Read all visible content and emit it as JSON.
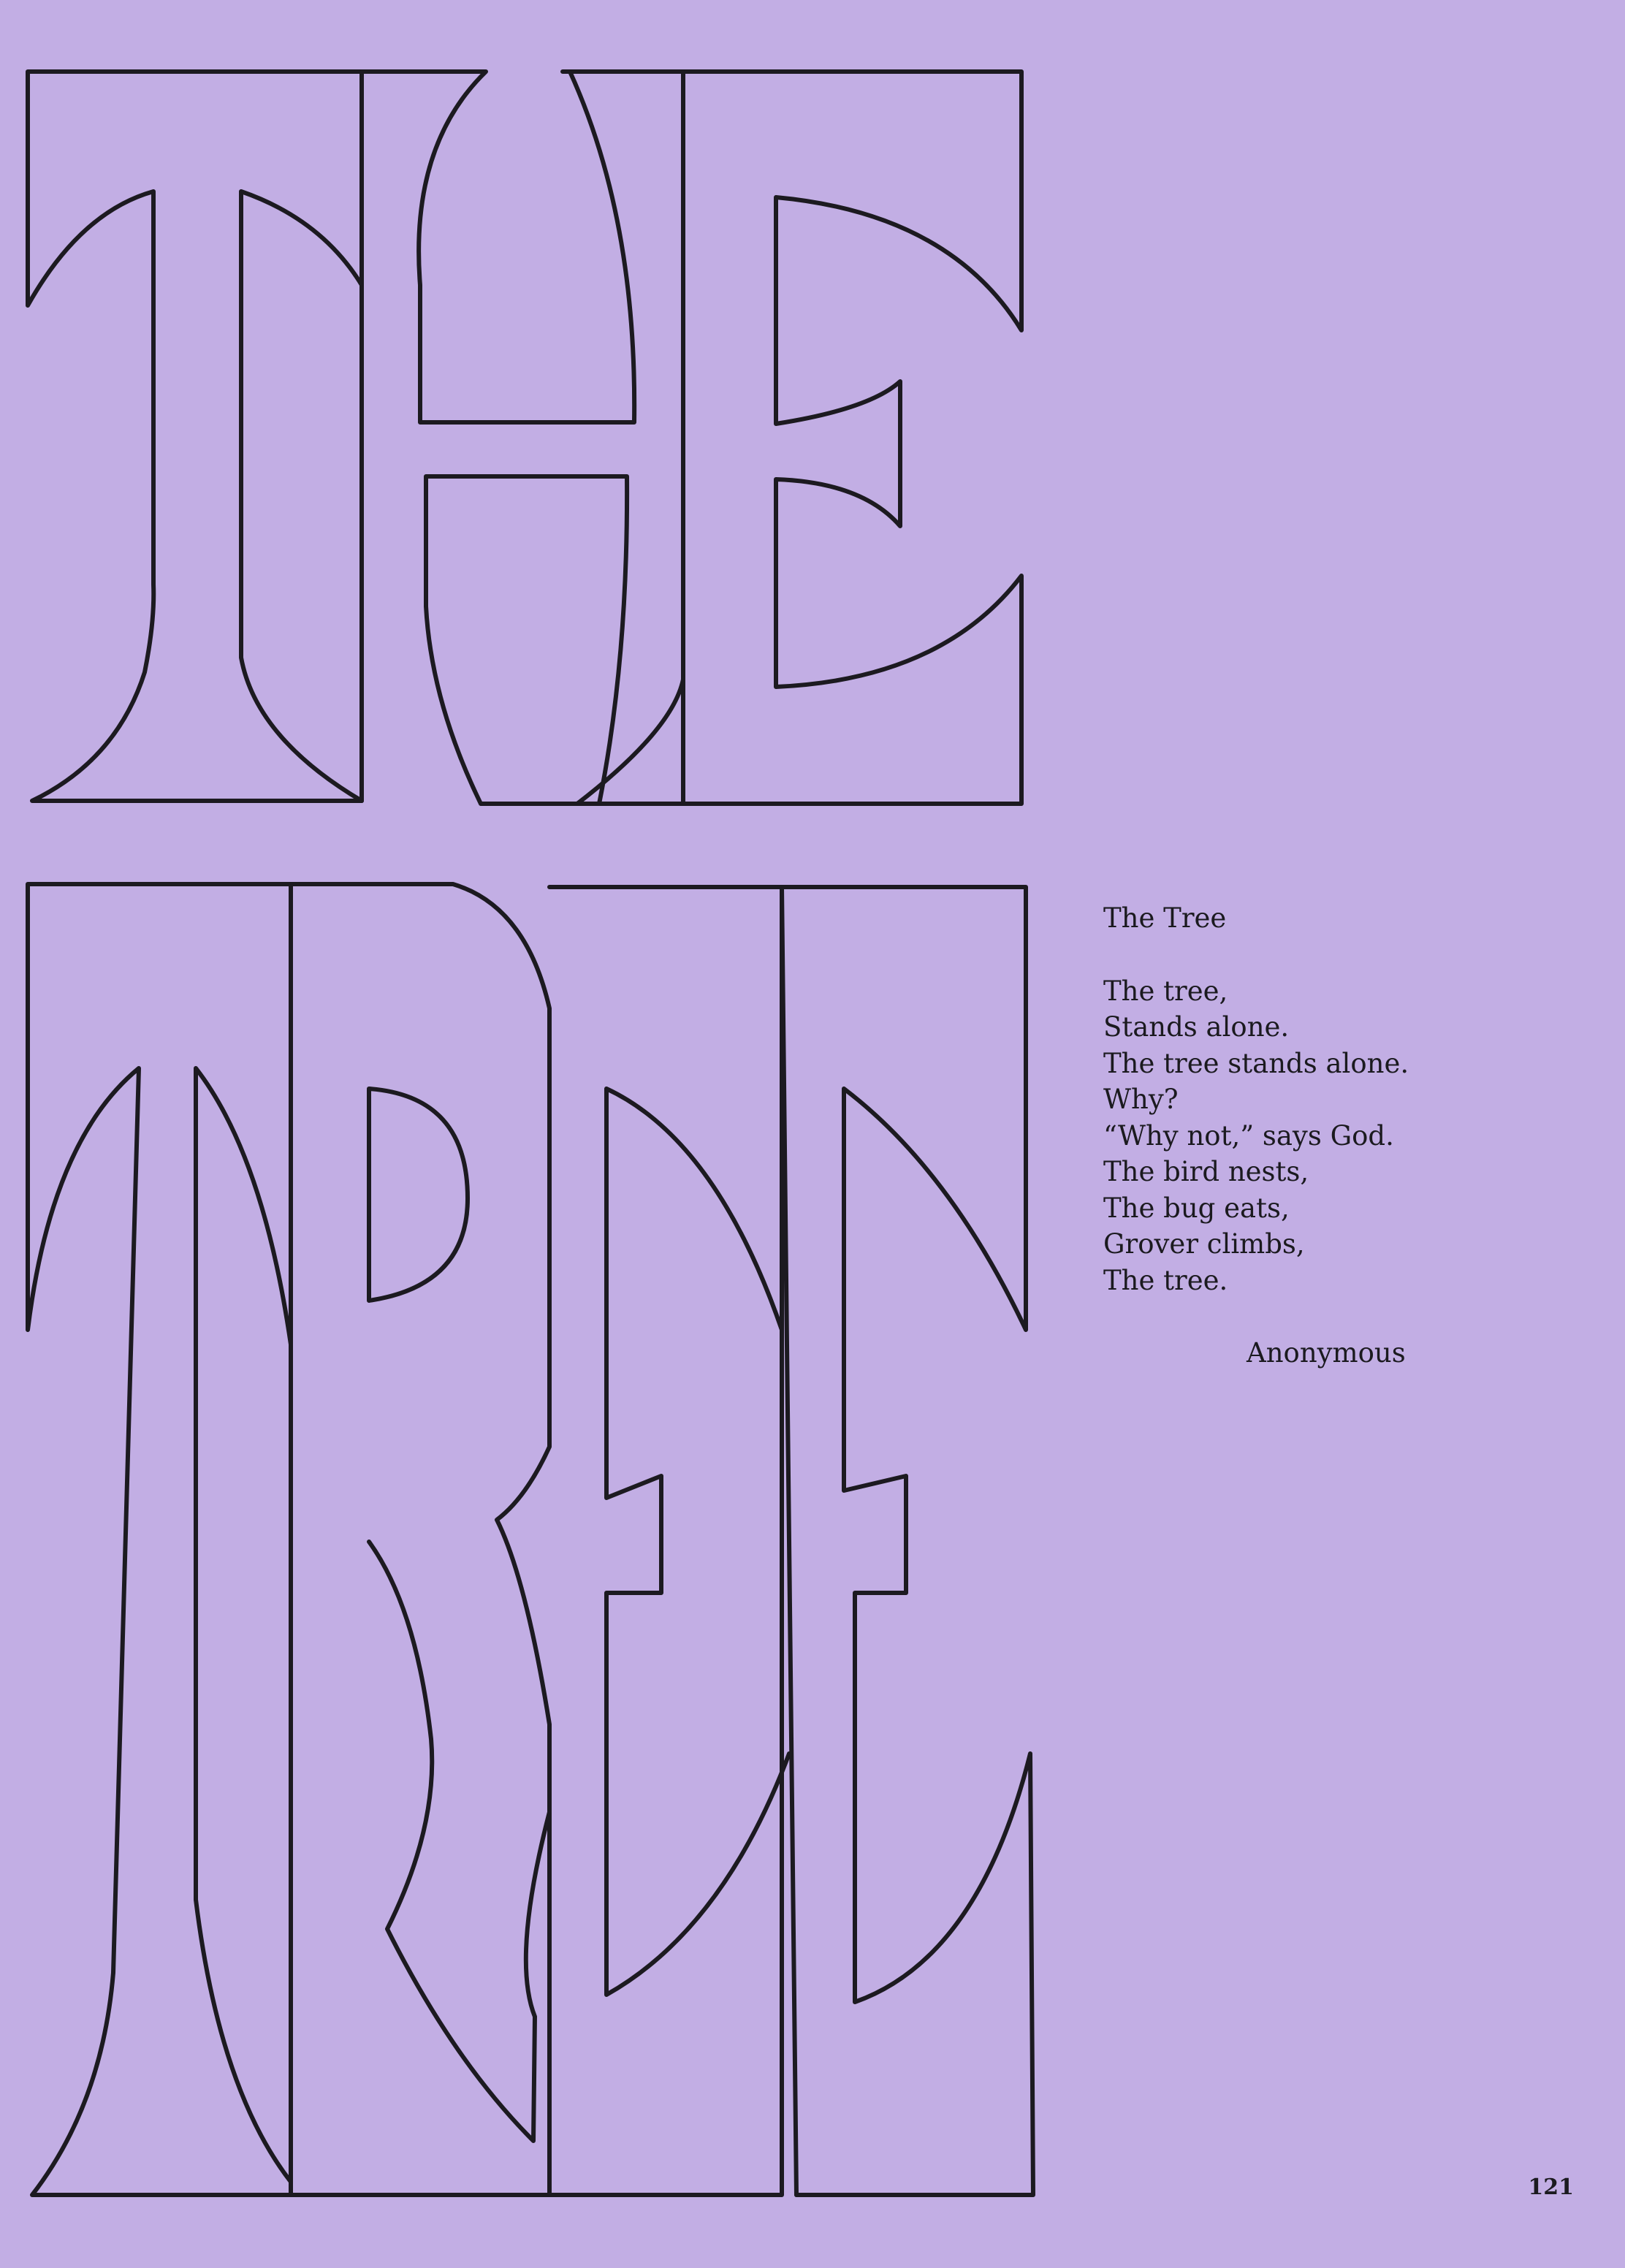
{
  "poem": {
    "title": "The Tree",
    "lines": [
      "The tree,",
      "Stands alone.",
      "The tree stands alone.",
      "Why?",
      "“Why not,” says God.",
      "The bird nests,",
      "The bug eats,",
      "Grover climbs,",
      "The tree."
    ],
    "author": "Anonymous"
  },
  "page_number": "121",
  "colors": {
    "background": "#c2aee4",
    "ink": "#1c1a20"
  }
}
